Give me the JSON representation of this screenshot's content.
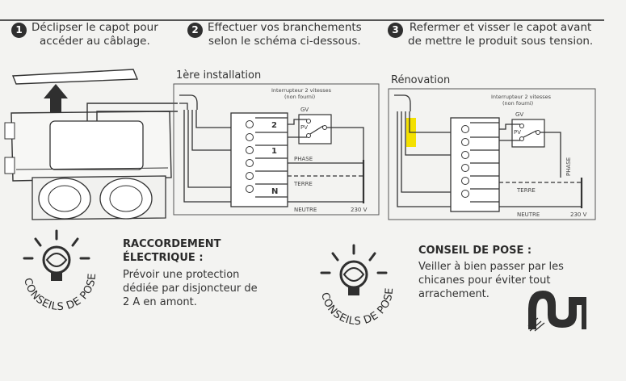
{
  "steps": [
    {
      "num": "1",
      "line1": "Déclipser le capot pour",
      "line2": "accéder au câblage."
    },
    {
      "num": "2",
      "line1": "Effectuer vos branchements",
      "line2": "selon le schéma ci-dessous."
    },
    {
      "num": "3",
      "line1": "Refermer et visser le capot avant",
      "line2": "de mettre le produit sous tension."
    }
  ],
  "diagrams": {
    "first": {
      "title": "1ère installation",
      "switch_line1": "Interrupteur 2 vitesses",
      "switch_line2": "(non fourni)"
    },
    "renovation": {
      "title": "Rénovation",
      "switch_line1": "Interrupteur 2 vitesses",
      "switch_line2": "(non fourni)"
    },
    "labels": {
      "gv": "GV",
      "pv": "PV",
      "phase": "PHASE",
      "terre": "TERRE",
      "neutre": "NEUTRE",
      "voltage": "230 V",
      "t2": "2",
      "t1": "1",
      "tn": "N"
    }
  },
  "badge": {
    "ring_text": "CONSEILS DE POSE"
  },
  "tip_electrical": {
    "heading1": "RACCORDEMENT",
    "heading2": "ÉLECTRIQUE :",
    "body": [
      "Prévoir une protection",
      "dédiée par disjoncteur de",
      "2 A en amont."
    ]
  },
  "tip_install": {
    "heading": "CONSEIL DE POSE :",
    "body": [
      "Veiller à bien passer par les",
      "chicanes pour éviter tout",
      "arrachement."
    ]
  },
  "colors": {
    "ink": "#2f2f2f",
    "highlight": "#f3e000",
    "paper": "#f3f3f1"
  }
}
